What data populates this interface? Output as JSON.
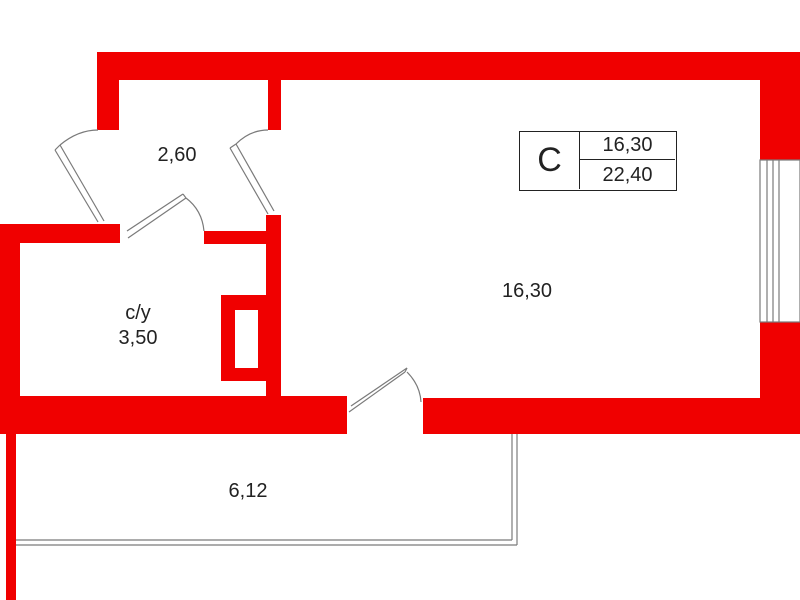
{
  "colors": {
    "wall": "#f00000",
    "line": "#7a7a7a",
    "text": "#222222"
  },
  "rooms": {
    "hall_area": "2,60",
    "bathroom_name": "с/у",
    "bathroom_area": "3,50",
    "main_room_area": "16,30",
    "balcony_area": "6,12"
  },
  "legend": {
    "letter": "С",
    "living_area": "16,30",
    "total_area": "22,40"
  }
}
